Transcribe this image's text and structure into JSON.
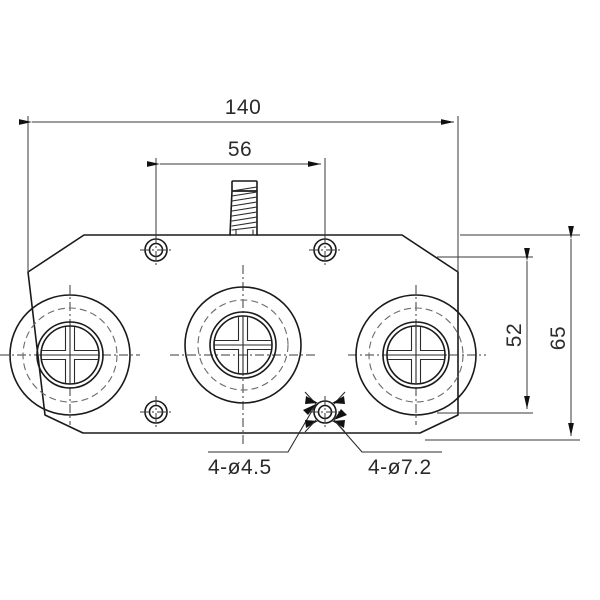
{
  "drawing": {
    "title": "Bracket front view — dimensioned technical drawing",
    "background_color": "#ffffff",
    "line_color": "#1a1a1a",
    "dimension_color": "#2b2b2b",
    "hidden_line_color": "#6a6a6a"
  },
  "dimensions": {
    "overall_width": "140",
    "hole_spacing_width": "56",
    "inner_height": "52",
    "overall_height": "65"
  },
  "callouts": {
    "small_holes": "4-ø4.5",
    "large_holes": "4-ø7.2"
  },
  "features": {
    "stud_label": "threaded-stud",
    "boss_left_label": "boss-left",
    "boss_center_label": "boss-center",
    "boss_right_label": "boss-right"
  }
}
